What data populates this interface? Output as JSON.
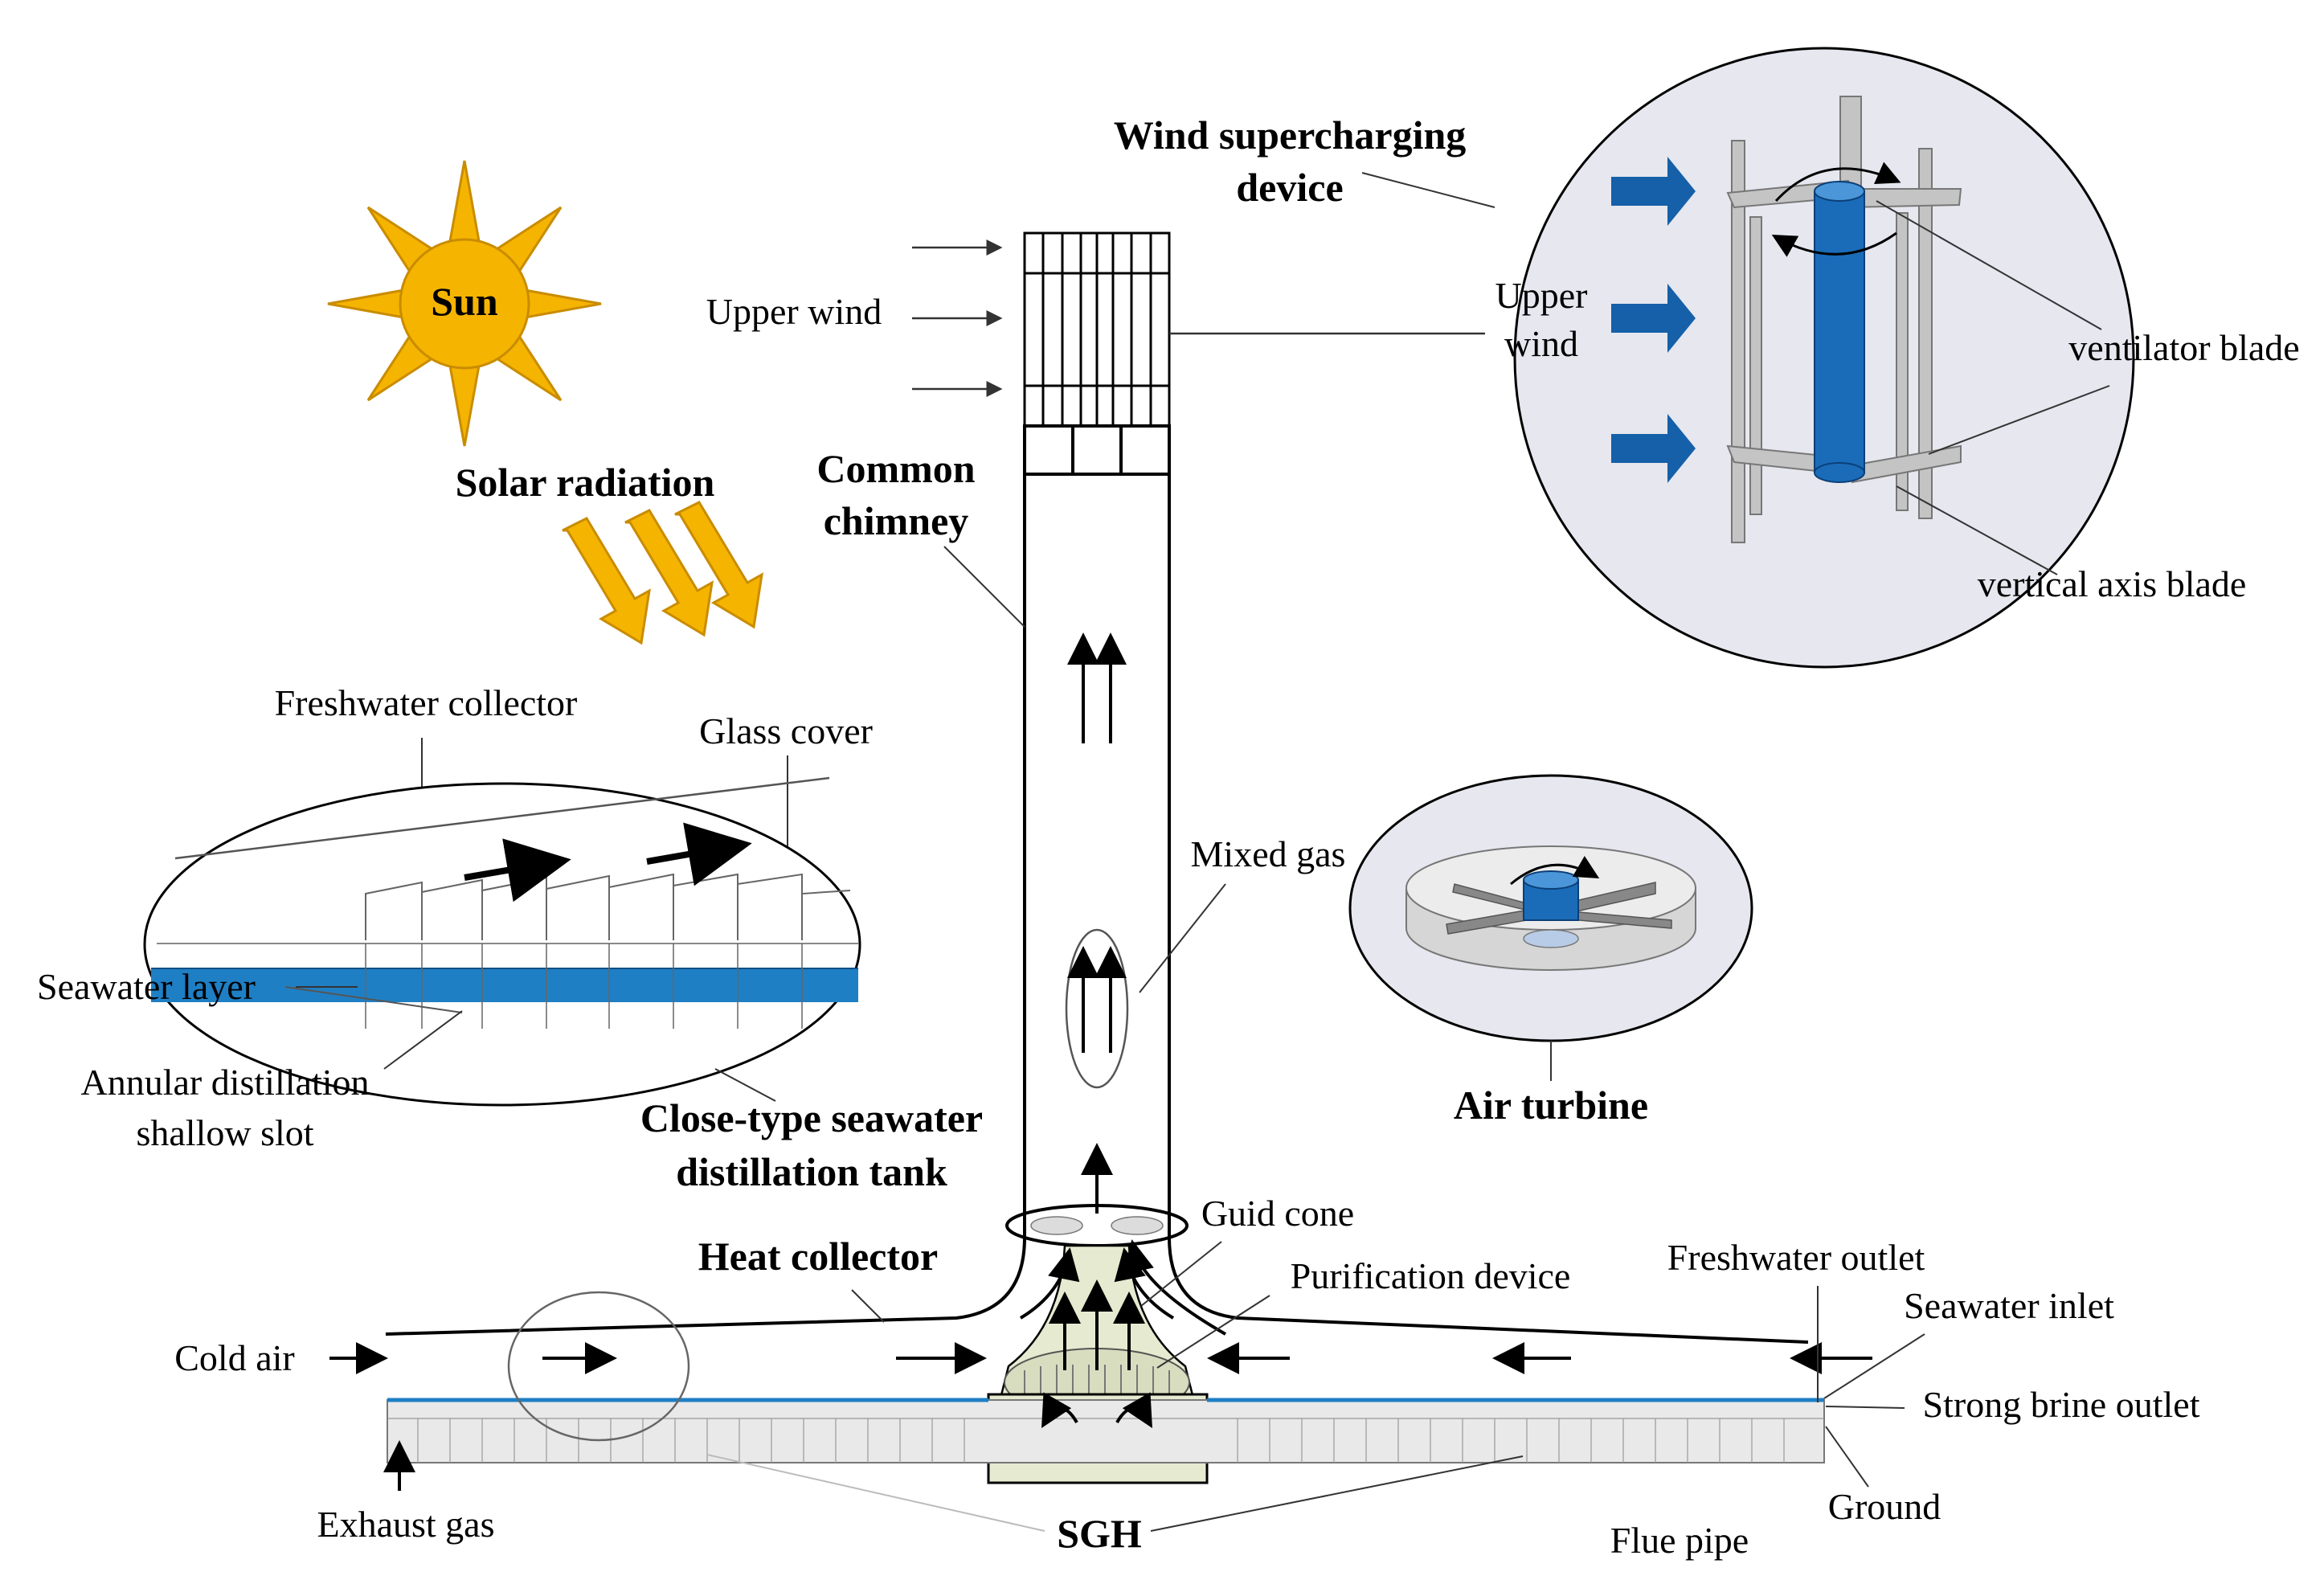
{
  "labels": {
    "sun": "Sun",
    "solar_radiation": "Solar radiation",
    "upper_wind": "Upper wind",
    "common_chimney_1": "Common",
    "common_chimney_2": "chimney",
    "wind_device_1": "Wind supercharging",
    "wind_device_2": "device",
    "inset_upper_1": "Upper",
    "inset_upper_2": "wind",
    "ventilator_blade": "ventilator blade",
    "vertical_axis_blade": "vertical axis blade",
    "freshwater_collector": "Freshwater collector",
    "glass_cover": "Glass cover",
    "seawater_layer": "Seawater layer",
    "annular_1": "Annular distillation",
    "annular_2": "shallow slot",
    "close_type_1": "Close-type seawater",
    "close_type_2": "distillation tank",
    "mixed_gas": "Mixed gas",
    "air_turbine": "Air turbine",
    "guid_cone": "Guid cone",
    "purification": "Purification device",
    "heat_collector": "Heat collector",
    "freshwater_outlet": "Freshwater outlet",
    "seawater_inlet": "Seawater inlet",
    "strong_brine": "Strong brine outlet",
    "cold_air": "Cold air",
    "ground": "Ground",
    "exhaust_gas": "Exhaust gas",
    "sgh": "SGH",
    "flue_pipe": "Flue pipe"
  },
  "colors": {
    "sun": "#f5b400",
    "sun_stroke": "#c98c00",
    "water": "#1f7fc4",
    "arrow_blue": "#1560a8",
    "cone": "#e6ead0",
    "gray": "#bfbfbf"
  }
}
